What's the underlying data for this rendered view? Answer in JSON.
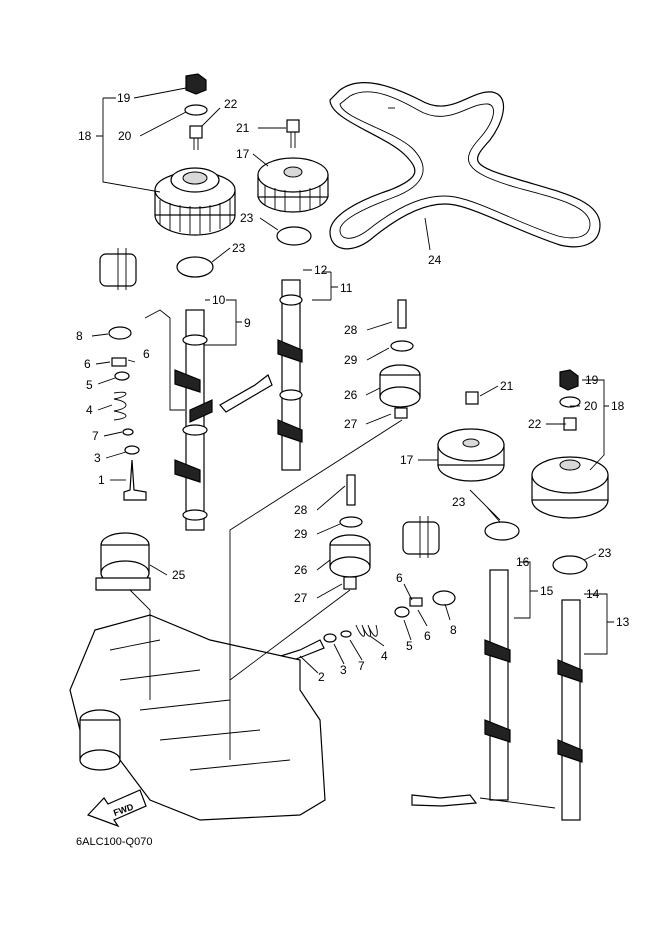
{
  "diagram_code": "6ALC100-Q070",
  "fwd_label": "FWD",
  "callouts": {
    "c19a": "19",
    "c22a": "22",
    "c18a": "18",
    "c20a": "20",
    "c21a": "21",
    "c17a": "17",
    "c23a": "23",
    "c23b": "23",
    "c24": "24",
    "c12": "12",
    "c11": "11",
    "c10": "10",
    "c9": "9",
    "c8a": "8",
    "c6a": "6",
    "c6b": "6",
    "c5a": "5",
    "c4a": "4",
    "c7a": "7",
    "c3a": "3",
    "c1": "1",
    "c28a": "28",
    "c29a": "29",
    "c26a": "26",
    "c27a": "27",
    "c21b": "21",
    "c19b": "19",
    "c20b": "20",
    "c18b": "18",
    "c22b": "22",
    "c17b": "17",
    "c23c": "23",
    "c23d": "23",
    "c16": "16",
    "c15": "15",
    "c14": "14",
    "c13": "13",
    "c25": "25",
    "c28b": "28",
    "c29b": "29",
    "c26b": "26",
    "c27b": "27",
    "c6c": "6",
    "c6d": "6",
    "c8b": "8",
    "c5b": "5",
    "c4b": "4",
    "c7b": "7",
    "c3b": "3",
    "c2": "2"
  }
}
